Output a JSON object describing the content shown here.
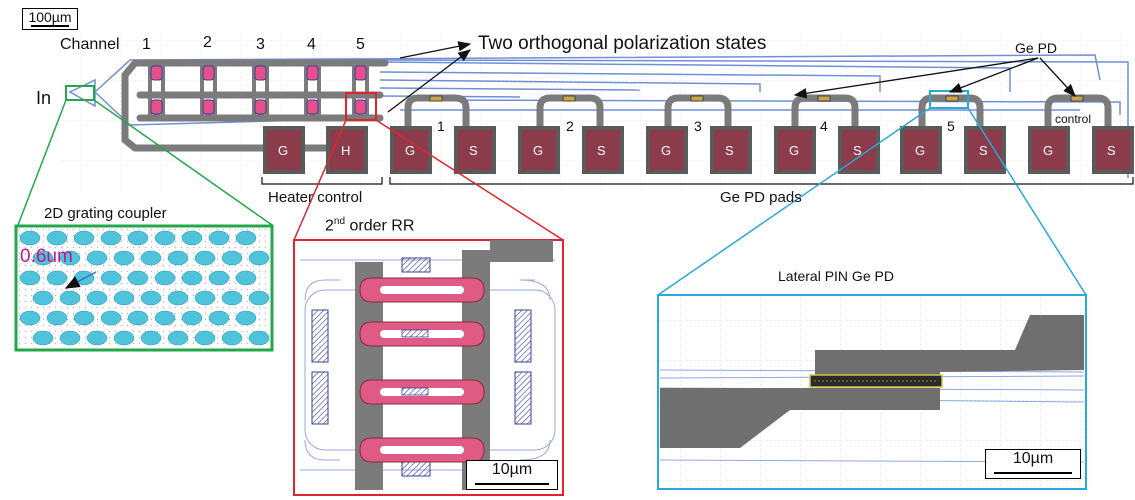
{
  "scale_main": "100µm",
  "channel_label": "Channel",
  "channel_numbers": [
    "1",
    "2",
    "3",
    "4",
    "5"
  ],
  "input_label": "In",
  "polarization_label": "Two orthogonal polarization states",
  "ge_pd_label": "Ge PD",
  "pd_numbers": [
    "1",
    "2",
    "3",
    "4",
    "5"
  ],
  "control_label": "control",
  "pads": [
    "G",
    "H",
    "G",
    "S",
    "G",
    "S",
    "G",
    "S",
    "G",
    "S",
    "G",
    "S",
    "G",
    "S"
  ],
  "heater_control_label": "Heater control",
  "ge_pd_pads_label": "Ge PD pads",
  "grating_title": "2D grating coupler",
  "grating_dim": "0.6um",
  "rr_title_main": "2",
  "rr_title_sup": "nd",
  "rr_title_rest": " order RR",
  "scale_rr": "10µm",
  "pin_title": "Lateral PIN Ge PD",
  "scale_pin": "10µm",
  "colors": {
    "metal": "#7b7b7b",
    "waveguide": "#6f8fd6",
    "pad_fill": "#8c3b4a",
    "green_box": "#22a84a",
    "red_box": "#e0242f",
    "cyan_box": "#2aa8d8",
    "grating_dot": "#4fc3d9",
    "dim_text": "#c0198c"
  }
}
